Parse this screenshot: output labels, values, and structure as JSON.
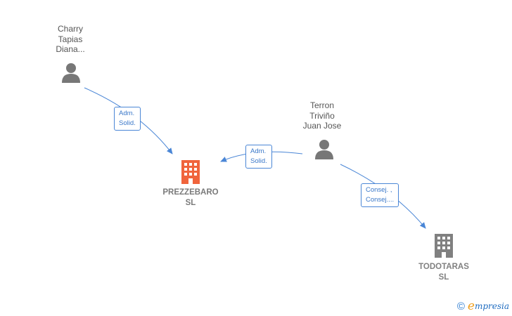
{
  "persons": [
    {
      "id": "charry",
      "name_lines": [
        "Charry",
        "Tapias",
        "Diana..."
      ]
    },
    {
      "id": "terron",
      "name_lines": [
        "Terron",
        "Triviño",
        "Juan Jose"
      ]
    }
  ],
  "companies": [
    {
      "id": "prezzebaro",
      "name_lines": [
        "PREZZEBARO",
        "SL"
      ],
      "color": "#f0643c"
    },
    {
      "id": "todotaras",
      "name_lines": [
        "TODOTARAS",
        "SL"
      ],
      "color": "#808080"
    }
  ],
  "edges": [
    {
      "from": "charry",
      "to": "prezzebaro",
      "label_lines": [
        "Adm.",
        "Solid."
      ]
    },
    {
      "from": "terron",
      "to": "prezzebaro",
      "label_lines": [
        "Adm.",
        "Solid."
      ]
    },
    {
      "from": "terron",
      "to": "todotaras",
      "label_lines": [
        "Consej. ,",
        "Consej...."
      ]
    }
  ],
  "colors": {
    "edge": "#4a86d6",
    "person_icon": "#777777"
  },
  "watermark": {
    "symbol": "©",
    "brand_initial": "e",
    "brand_rest": "mpresia"
  }
}
